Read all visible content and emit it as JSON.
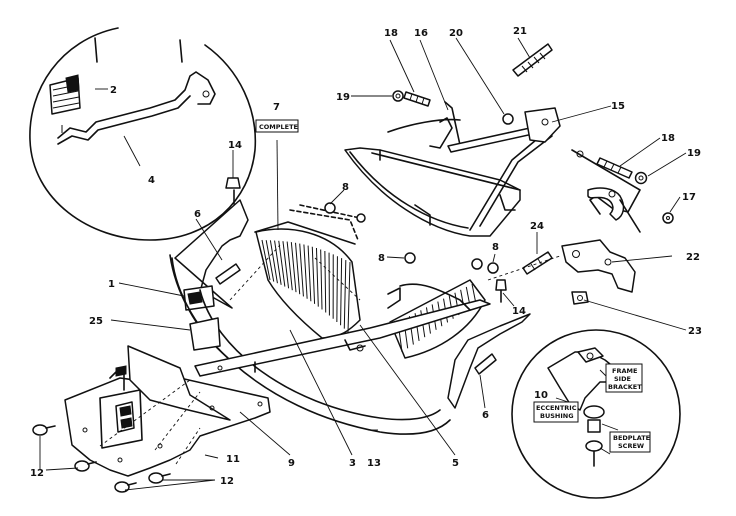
{
  "diagram": {
    "callouts": {
      "c1": "1",
      "c2": "2",
      "c3": "3",
      "c4": "4",
      "c5": "5",
      "c6a": "6",
      "c6b": "6",
      "c7": "7",
      "c8a": "8",
      "c8b": "8",
      "c8c": "8",
      "c9": "9",
      "c10": "10",
      "c11": "11",
      "c12a": "12",
      "c12b": "12",
      "c13": "13",
      "c14a": "14",
      "c14b": "14",
      "c15": "15",
      "c16": "16",
      "c17": "17",
      "c18a": "18",
      "c18b": "18",
      "c19a": "19",
      "c19b": "19",
      "c20": "20",
      "c21": "21",
      "c22": "22",
      "c23": "23",
      "c24": "24",
      "c25": "25"
    },
    "boxed_labels": {
      "complete": "COMPLETE",
      "frame_side_1": "FRAME",
      "frame_side_2": "SIDE",
      "frame_side_3": "BRACKET",
      "eccentric_1": "ECCENTRIC",
      "eccentric_2": "BUSHING",
      "bedplate_1": "BEDPLATE",
      "bedplate_2": "SCREW"
    }
  }
}
